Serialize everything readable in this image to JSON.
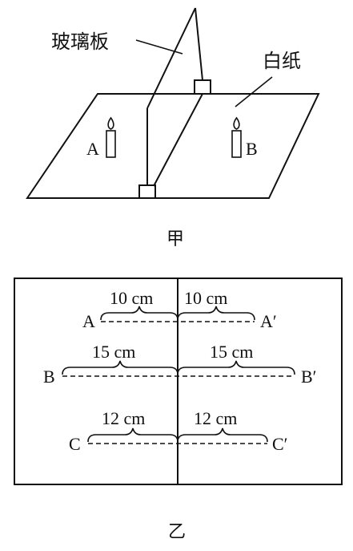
{
  "figure_a": {
    "glass_label": "玻璃板",
    "paper_label": "白纸",
    "candle_a": "A",
    "candle_b": "B",
    "caption": "甲"
  },
  "figure_b": {
    "caption": "乙",
    "rows": [
      {
        "left": "A",
        "right": "A′",
        "left_dist": "10 cm",
        "right_dist": "10 cm"
      },
      {
        "left": "B",
        "right": "B′",
        "left_dist": "15 cm",
        "right_dist": "15 cm"
      },
      {
        "left": "C",
        "right": "C′",
        "left_dist": "12 cm",
        "right_dist": "12 cm"
      }
    ]
  }
}
